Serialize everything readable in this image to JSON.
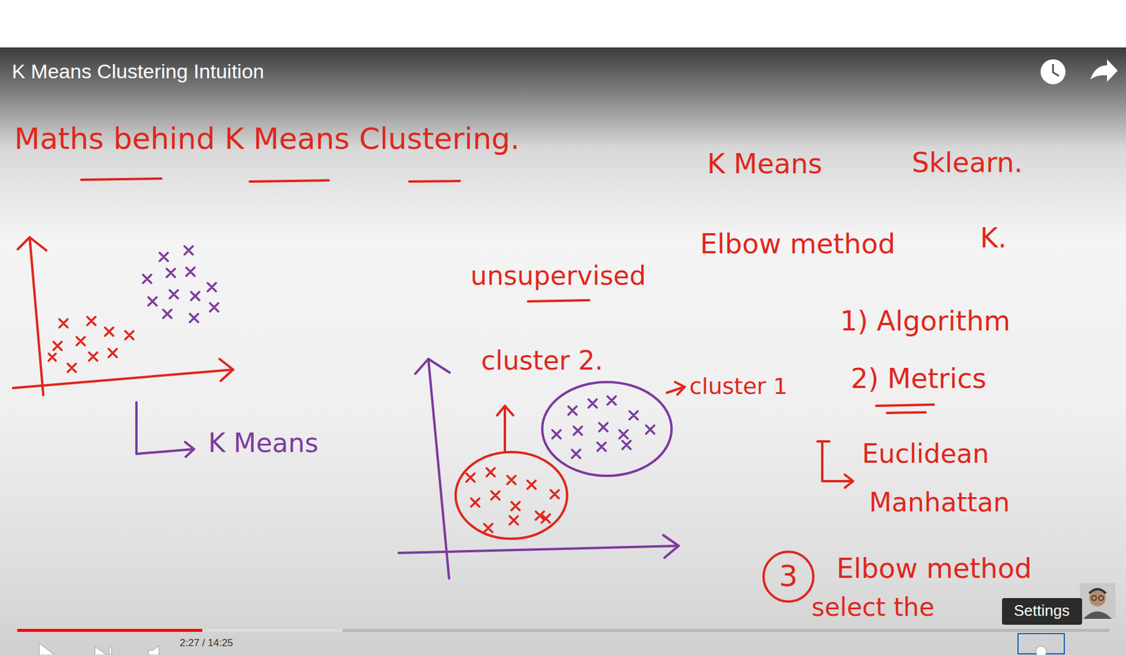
{
  "diagram": {
    "title": "K Means Clustering Intuition",
    "nodes": [
      {
        "text": [
          "3"
        ]
      },
      {
        "text": [
          "Settings"
        ]
      }
    ],
    "labels": [
      "Maths behind K Means Clustering.",
      "K Means",
      "Sklearn.",
      "Elbow method",
      "K.",
      "unsupervised",
      "1) Algorithm",
      "cluster 2.",
      "cluster 1",
      "2) Metrics",
      "K Means",
      "Euclidean",
      "Manhattan",
      "Elbow method",
      "select the",
      "2:27 / 14:25"
    ]
  }
}
